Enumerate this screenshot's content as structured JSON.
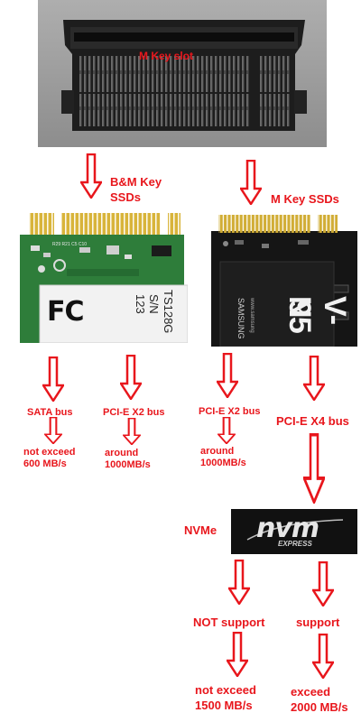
{
  "slot": {
    "label": "M Key slot",
    "photo_bg": "#9c9c9c"
  },
  "bm_key": {
    "label_line1": "B&M Key",
    "label_line2": "SSDs"
  },
  "m_key": {
    "label": "M Key SSDs"
  },
  "bm_ssd_sticker": {
    "brand": "FC",
    "model": "TS128G",
    "serial": "S/N 123"
  },
  "m_ssd_sticker": {
    "title": "V-N",
    "model_num": "95",
    "brand": "SAMSUNG",
    "site": "www.samsung"
  },
  "branches": {
    "sata_bus": "SATA bus",
    "sata_speed_line1": "not exceed",
    "sata_speed_line2": "600 MB/s",
    "bm_pcie_bus": "PCI-E X2 bus",
    "bm_pcie_speed_line1": "around",
    "bm_pcie_speed_line2": "1000MB/s",
    "m_pcie_x2_bus": "PCI-E X2 bus",
    "m_pcie_x2_speed_line1": "around",
    "m_pcie_x2_speed_line2": "1000MB/s",
    "m_pcie_x4_bus": "PCI-E X4 bus"
  },
  "nvme": {
    "label": "NVMe",
    "logo_text": "nvm",
    "logo_subtext": "EXPRESS",
    "not_support": "NOT support",
    "support": "support",
    "not_support_speed_line1": "not exceed",
    "not_support_speed_line2": "1500 MB/s",
    "support_speed_line1": "exceed",
    "support_speed_line2": "2000 MB/s"
  },
  "colors": {
    "accent_red": "#e8161c",
    "pcb_green": "#2e7d3a",
    "pcb_dark": "#151515",
    "gold": "#c9a227"
  }
}
